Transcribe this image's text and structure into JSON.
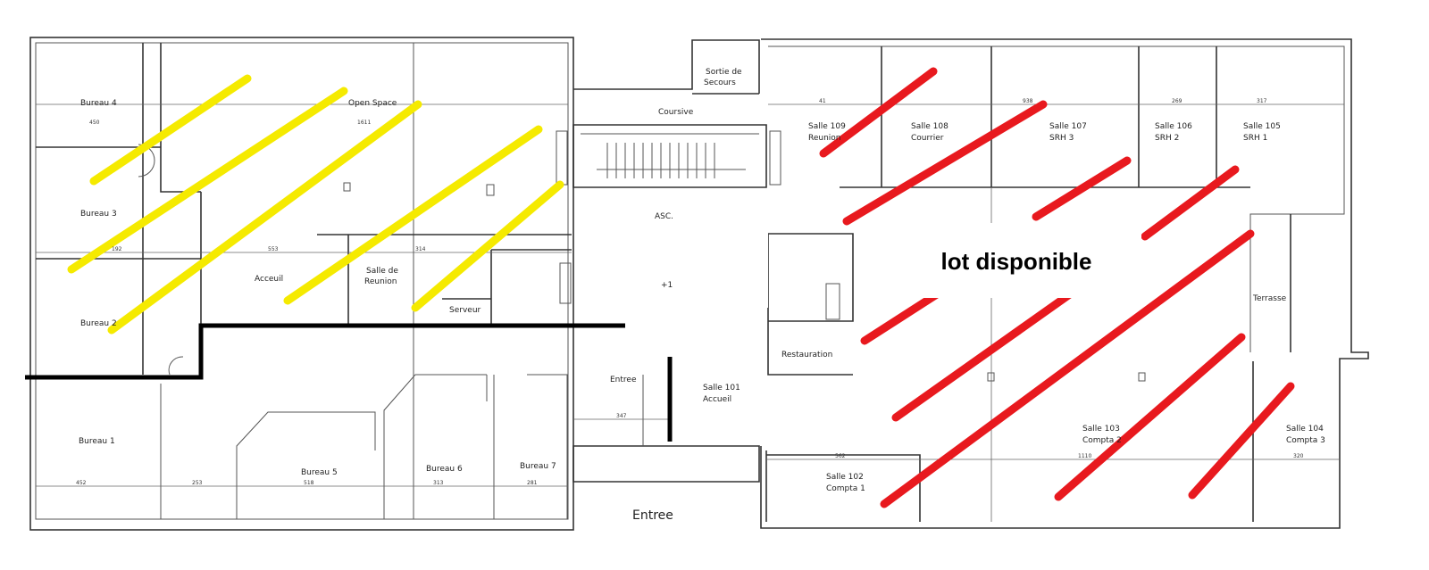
{
  "colors": {
    "occupied_hatch": "#f5ea00",
    "available_hatch": "#e8191e",
    "partition": "#000000"
  },
  "annotation": "lot disponible",
  "rooms": {
    "bureau4": "Bureau 4",
    "bureau3": "Bureau 3",
    "bureau2": "Bureau 2",
    "bureau1": "Bureau 1",
    "open_space": "Open Space",
    "acceuil": "Acceuil",
    "salle_reunion_1": "Salle de",
    "salle_reunion_2": "Reunion",
    "serveur": "Serveur",
    "bureau5": "Bureau 5",
    "bureau6": "Bureau 6",
    "bureau7": "Bureau 7",
    "coursive": "Coursive",
    "sortie_1": "Sortie de",
    "sortie_2": "Secours",
    "asc": "ASC.",
    "entree_small": "Entree",
    "entree_main": "Entree",
    "salle101_1": "Salle 101",
    "salle101_2": "Accueil",
    "restauration": "Restauration",
    "terrasse": "Terrasse",
    "salle109_1": "Salle 109",
    "salle109_2": "Reunion",
    "salle108_1": "Salle 108",
    "salle108_2": "Courrier",
    "salle107_1": "Salle 107",
    "salle107_2": "SRH 3",
    "salle106_1": "Salle 106",
    "salle106_2": "SRH 2",
    "salle105_1": "Salle 105",
    "salle105_2": "SRH 1",
    "salle102_1": "Salle 102",
    "salle102_2": "Compta 1",
    "salle103_1": "Salle 103",
    "salle103_2": "Compta 2",
    "salle104_1": "Salle 104",
    "salle104_2": "Compta 3",
    "plus1": "+1"
  },
  "dimensions": {
    "d450": "450",
    "d1611": "1611",
    "d553": "553",
    "d192": "192",
    "d314": "314",
    "d452": "452",
    "d253": "253",
    "d518": "518",
    "d313": "313",
    "d281": "281",
    "d347": "347",
    "d41": "41",
    "d938": "938",
    "d269": "269",
    "d317": "317",
    "d562": "562",
    "d1110": "1110",
    "d320": "320"
  }
}
